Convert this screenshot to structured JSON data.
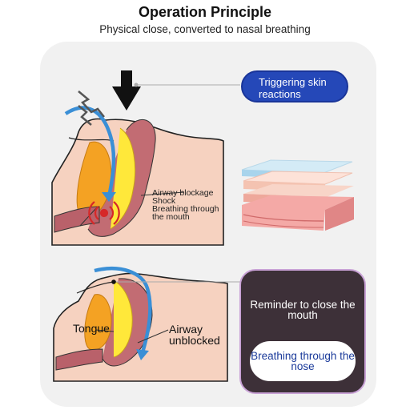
{
  "header": {
    "title": "Operation Principle",
    "subtitle": "Physical close, converted to nasal breathing"
  },
  "callouts": {
    "trigger": "Triggering skin reactions",
    "blockage_lines": [
      "Airway blockage",
      "Shock",
      "Breathing through",
      "the mouth"
    ],
    "tongue": "Tongue",
    "airway_lines": [
      "Airway",
      "unblocked"
    ],
    "reminder": "Reminder to close the mouth",
    "nose": "Breathing through the nose"
  },
  "colors": {
    "accent_blue": "#2548b8",
    "dark_box": "#3d3038",
    "airflow": "#3a8fd6",
    "skin": "#f6d2c0",
    "tongue": "#f4a223",
    "palate": "#ffe83a",
    "tissue": "#c26c73",
    "vibration": "#d62828"
  },
  "icons": [
    "down-arrow-icon",
    "lightning-icon",
    "vibration-icon",
    "skin-layers-icon"
  ]
}
